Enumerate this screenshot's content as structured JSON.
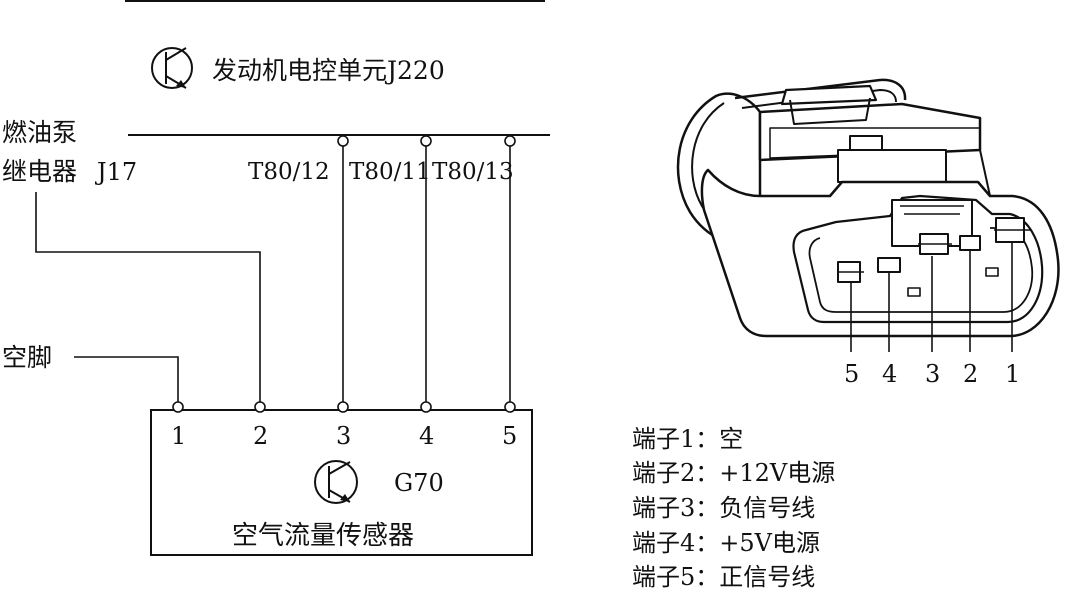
{
  "ecu": {
    "label": "发动机电控单元J220"
  },
  "relay": {
    "line1": "燃油泵",
    "line2": "继电器",
    "code": "J17"
  },
  "harness_pins": [
    {
      "label": "T80/12"
    },
    {
      "label": "T80/11"
    },
    {
      "label": "T80/13"
    }
  ],
  "empty_pin": {
    "label": "空脚"
  },
  "sensor": {
    "code": "G70",
    "name": "空气流量传感器",
    "pins": [
      "1",
      "2",
      "3",
      "4",
      "5"
    ]
  },
  "connector": {
    "pin_numbers": [
      "5",
      "4",
      "3",
      "2",
      "1"
    ]
  },
  "legend": [
    {
      "text": "端子1：空"
    },
    {
      "text": "端子2：+12V电源"
    },
    {
      "text": "端子3：负信号线"
    },
    {
      "text": "端子4：+5V电源"
    },
    {
      "text": "端子5：正信号线"
    }
  ]
}
